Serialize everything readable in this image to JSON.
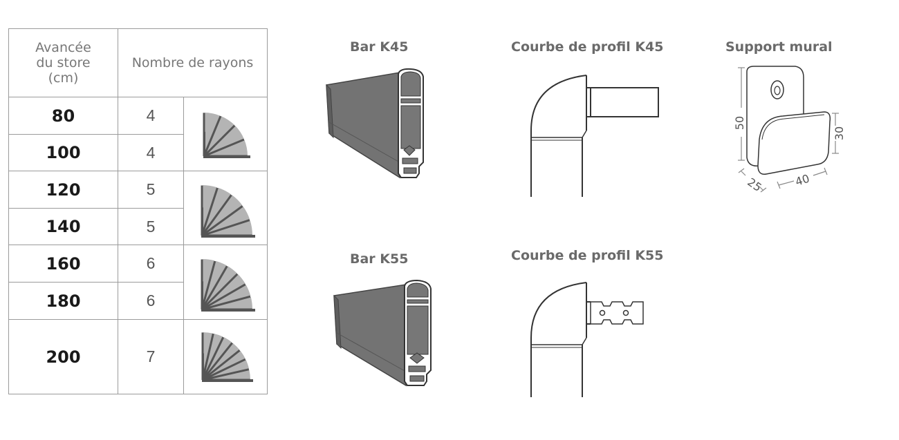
{
  "table": {
    "header_distance": [
      "Avancée",
      "du store",
      "(cm)"
    ],
    "header_rays": "Nombre de rayons",
    "rows": [
      {
        "distance": "80",
        "rays": "4"
      },
      {
        "distance": "100",
        "rays": "4"
      },
      {
        "distance": "120",
        "rays": "5"
      },
      {
        "distance": "140",
        "rays": "5"
      },
      {
        "distance": "160",
        "rays": "6"
      },
      {
        "distance": "180",
        "rays": "6"
      },
      {
        "distance": "200",
        "rays": "7"
      }
    ],
    "fan_ray_counts": [
      4,
      5,
      6,
      7
    ]
  },
  "titles": {
    "bar_k45": "Bar K45",
    "curve_k45": "Courbe de profil K45",
    "wall_support": "Support mural",
    "bar_k55": "Bar K55",
    "curve_k55": "Courbe de profil K55"
  },
  "wall_support_dimensions": {
    "height": "50",
    "depth_right": "30",
    "width": "40",
    "side": "25"
  },
  "colors": {
    "profile_fill": "#737373",
    "line": "#555555",
    "border": "#9a9a9a",
    "fan_fill": "#b4b4b4"
  }
}
